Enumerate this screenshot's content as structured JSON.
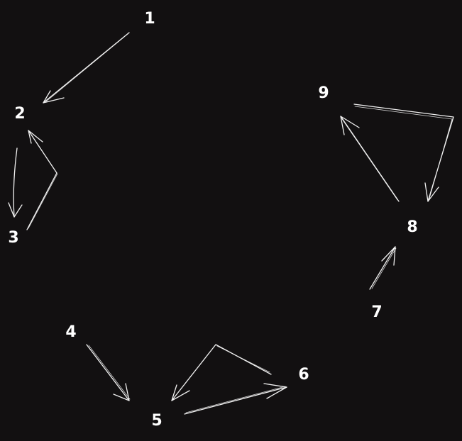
{
  "colors": {
    "background": "#121011",
    "stroke": "#f2f2f2",
    "text": "#ffffff"
  },
  "nodes": [
    {
      "id": "1",
      "label": "1"
    },
    {
      "id": "2",
      "label": "2"
    },
    {
      "id": "3",
      "label": "3"
    },
    {
      "id": "4",
      "label": "4"
    },
    {
      "id": "5",
      "label": "5"
    },
    {
      "id": "6",
      "label": "6"
    },
    {
      "id": "7",
      "label": "7"
    },
    {
      "id": "8",
      "label": "8"
    },
    {
      "id": "9",
      "label": "9"
    }
  ],
  "edges": [
    {
      "from": "1",
      "to": "2"
    },
    {
      "from": "2",
      "to": "3"
    },
    {
      "from": "3",
      "to": "2"
    },
    {
      "from": "4",
      "to": "5"
    },
    {
      "from": "5",
      "to": "6"
    },
    {
      "from": "6",
      "to": "5"
    },
    {
      "from": "7",
      "to": "8"
    },
    {
      "from": "8",
      "to": "9"
    },
    {
      "from": "9",
      "to": "8"
    }
  ]
}
